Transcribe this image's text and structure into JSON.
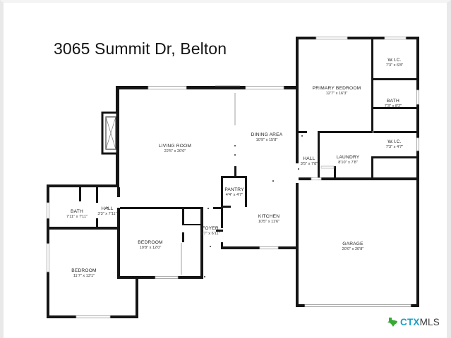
{
  "title": "3065 Summit Dr, Belton",
  "brand": {
    "prefix": "CTX",
    "suffix": "MLS"
  },
  "rooms": [
    {
      "id": "primary-bedroom",
      "name": "PRIMARY BEDROOM",
      "size": "12'7\" x 16'3\""
    },
    {
      "id": "wic-1",
      "name": "W.I.C.",
      "size": "7'3\" x 6'8\""
    },
    {
      "id": "bath-primary",
      "name": "BATH",
      "size": "7'3\" x 8'2\""
    },
    {
      "id": "wic-2",
      "name": "W.I.C.",
      "size": "7'3\" x 4'7\""
    },
    {
      "id": "living-room",
      "name": "LIVING ROOM",
      "size": "22'5\" x 20'0\""
    },
    {
      "id": "dining-area",
      "name": "DINING AREA",
      "size": "10'9\" x 15'8\""
    },
    {
      "id": "hall-east",
      "name": "HALL",
      "size": "3'5\" x 7'8\""
    },
    {
      "id": "laundry",
      "name": "LAUNDRY",
      "size": "8'10\" x 7'8\""
    },
    {
      "id": "pantry",
      "name": "PANTRY",
      "size": "4'4\" x 4'7\""
    },
    {
      "id": "bath-west",
      "name": "BATH",
      "size": "7'11\" x 7'11\""
    },
    {
      "id": "hall-west",
      "name": "HALL",
      "size": "3'3\" x 7'11\""
    },
    {
      "id": "kitchen",
      "name": "KITCHEN",
      "size": "10'5\" x 11'6\""
    },
    {
      "id": "foyer",
      "name": "FOYER",
      "size": "3'7\" x 6'11\""
    },
    {
      "id": "bedroom-center",
      "name": "BEDROOM",
      "size": "10'8\" x 12'0\""
    },
    {
      "id": "garage",
      "name": "GARAGE",
      "size": "20'0\" x 20'8\""
    },
    {
      "id": "bedroom-west",
      "name": "BEDROOM",
      "size": "11'7\" x 13'1\""
    }
  ]
}
